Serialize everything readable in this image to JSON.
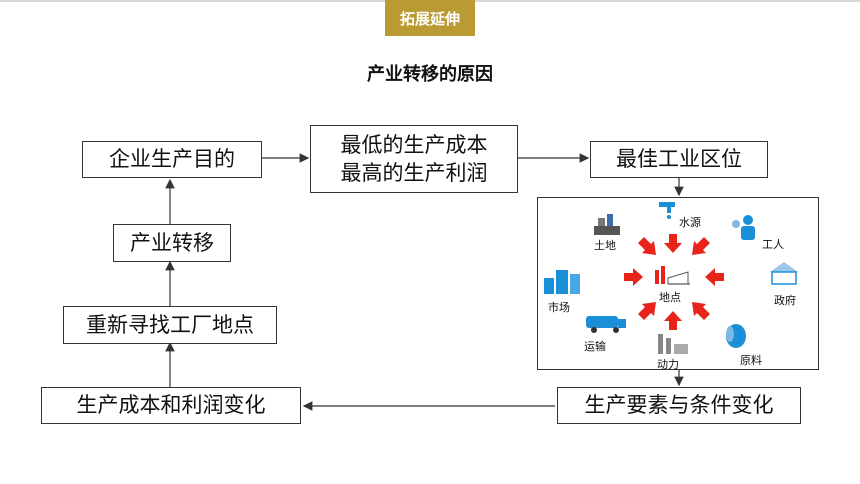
{
  "header": {
    "badge": "拓展延伸"
  },
  "title": "产业转移的原因",
  "boxes": {
    "goal": "企业生产目的",
    "cost_low": "最低的生产成本",
    "profit_high": "最高的生产利润",
    "best_location": "最佳工业区位",
    "transfer": "产业转移",
    "refind": "重新寻找工厂地点",
    "cost_change": "生产成本和利润变化",
    "factor_change": "生产要素与条件变化"
  },
  "factors": {
    "water": "水源",
    "land": "土地",
    "labor": "工人",
    "market": "市场",
    "gov": "政府",
    "site": "地点",
    "transport": "运输",
    "material": "原料",
    "power": "动力"
  },
  "colors": {
    "badge": "#b99a33",
    "arrow": "#e8231a",
    "icon_blue": "#1a8fd8"
  }
}
